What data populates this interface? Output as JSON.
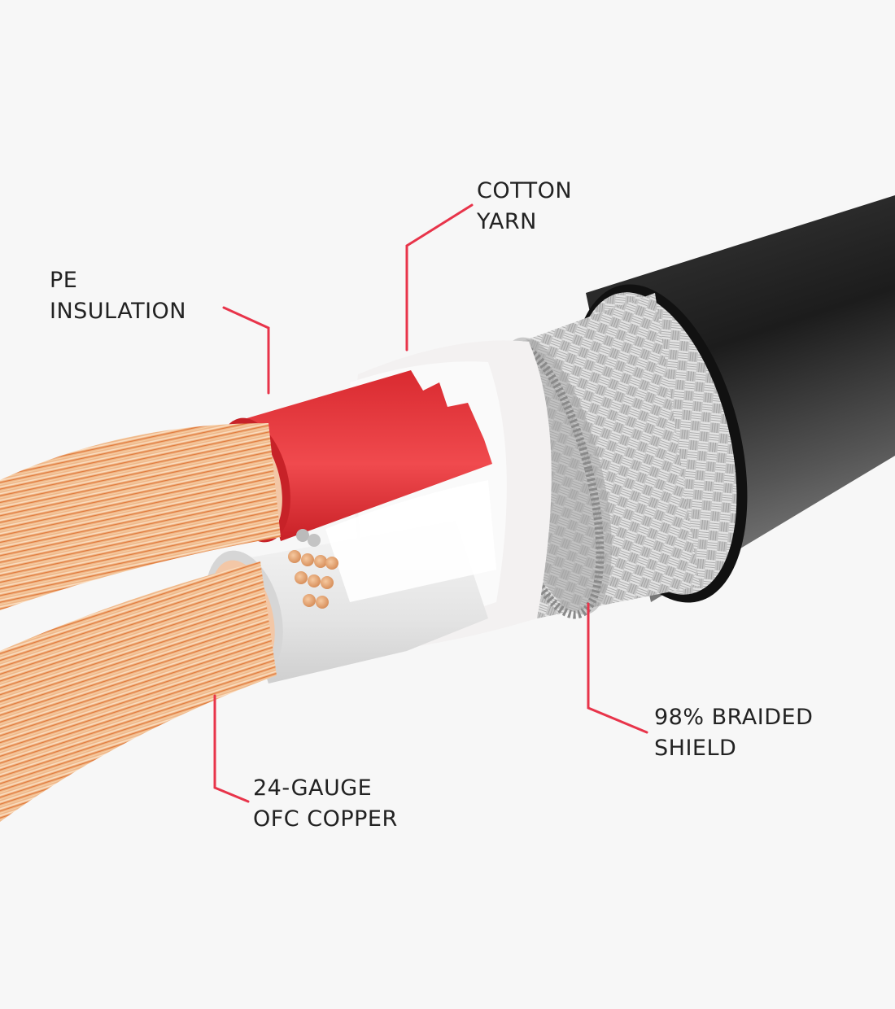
{
  "colors": {
    "background": "#f7f7f7",
    "callout_line": "#e8344a",
    "text": "#222222",
    "jacket": "#2a2a2a",
    "insulation_red": "#e8323a",
    "insulation_white": "#e6e6e6",
    "copper": "#e8a070",
    "braid": "#c8c8c8"
  },
  "callouts": [
    {
      "id": "cotton-yarn",
      "lines": [
        "COTTON",
        "YARN"
      ]
    },
    {
      "id": "pe-insulation",
      "lines": [
        "PE",
        "INSULATION"
      ]
    },
    {
      "id": "braided-shield",
      "lines": [
        "98% BRAIDED",
        "SHIELD"
      ]
    },
    {
      "id": "ofc-copper",
      "lines": [
        "24-GAUGE",
        "OFC COPPER"
      ]
    }
  ]
}
